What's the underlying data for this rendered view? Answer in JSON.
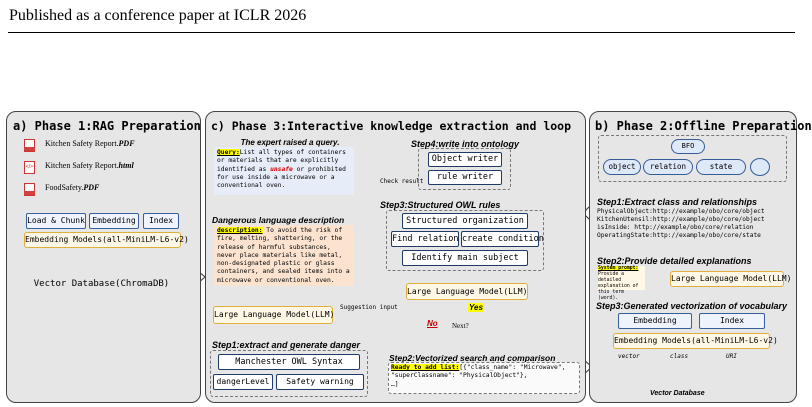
{
  "header": "Published as a conference paper at ICLR 2026",
  "phase1": {
    "title": "a) Phase 1:RAG Preparation",
    "files": [
      {
        "name": "Kitchen Safety Report.",
        "ext": "PDF",
        "icon": "pdf-icon"
      },
      {
        "name": "Kitchen Safety Report.",
        "ext": "html",
        "icon": "html-icon"
      },
      {
        "name": "FoodSafety.",
        "ext": "PDF",
        "icon": "pdf-icon"
      }
    ],
    "buttons": [
      "Load & Chunk",
      "Embedding",
      "Index"
    ],
    "model": "Embedding Models(all-MiniLM-L6-v2)",
    "database": "Vector Database(ChromaDB)"
  },
  "phase3": {
    "title": "c) Phase 3:Interactive knowledge extraction and loop",
    "expert_title": "The expert raised a query.",
    "query_label": "Query:",
    "query_text_a": "List all types of containers or materials that are explicitly identified as ",
    "query_highlight": "unsafe",
    "query_text_b": " or prohibited for use inside a microwave or a conventional oven.",
    "danger_title": "Dangerous language description",
    "desc_label": "description:",
    "desc_text": " To avoid the risk of fire, melting, shattering, or the release of harmful substances, never place materials like metal, non-designated plastic or glass containers, and sealed items into a microwave or conventional oven.",
    "llm_left": "Large Language Model(LLM)",
    "suggestion": "Suggestion input",
    "no": "No",
    "yes": "Yes",
    "next": "Next?",
    "step1": "Step1:extract and generate danger",
    "step1_boxes": [
      "Manchester OWL Syntax",
      "dangerLevel",
      "Safety warning"
    ],
    "step2": "Step2:Vectorized search and comparison",
    "ready_label": "Ready to add list:",
    "ready_text": "[{\"class_name\": \"Microwave\", \"superClassname\": \"PhysicalObject\"},",
    "ready_more": "…]",
    "step4": "Step4:write into ontology",
    "writers": [
      "Object writer",
      "rule writer"
    ],
    "check": "Check result",
    "step3": "Step3:Structured OWL rules",
    "owl_boxes": [
      "Structured organization",
      "Find relation",
      "create condition",
      "Identify main subject"
    ],
    "llm_right": "Large Language Model(LLM)"
  },
  "phase2": {
    "title": "b) Phase 2:Offline Preparation",
    "bfo": "BFO",
    "nodes": [
      "object",
      "relation",
      "state"
    ],
    "step1": "Step1:Extract class and relationships",
    "relations": [
      "PhysicalObject:http://example/obo/core/object",
      "KitchenUtensil:http://example/obo/core/object",
      "isInside: http://example/obo/core/relation",
      "OperatingState:http://example/obo/core/state"
    ],
    "step2": "Step2:Provide detailed explanations",
    "prompt_label": "System prompt:",
    "prompt_text": " Provide a detailed explanation of this term (word).",
    "llm": "Large Language Model(LLM)",
    "step3": "Step3:Generated vectorization of vocabulary",
    "buttons": [
      "Embedding",
      "Index"
    ],
    "model": "Embedding Models(all-MiniLM-L6-v2)",
    "columns": [
      "vector",
      "class",
      "URI"
    ],
    "db_label": "Vector Database"
  }
}
